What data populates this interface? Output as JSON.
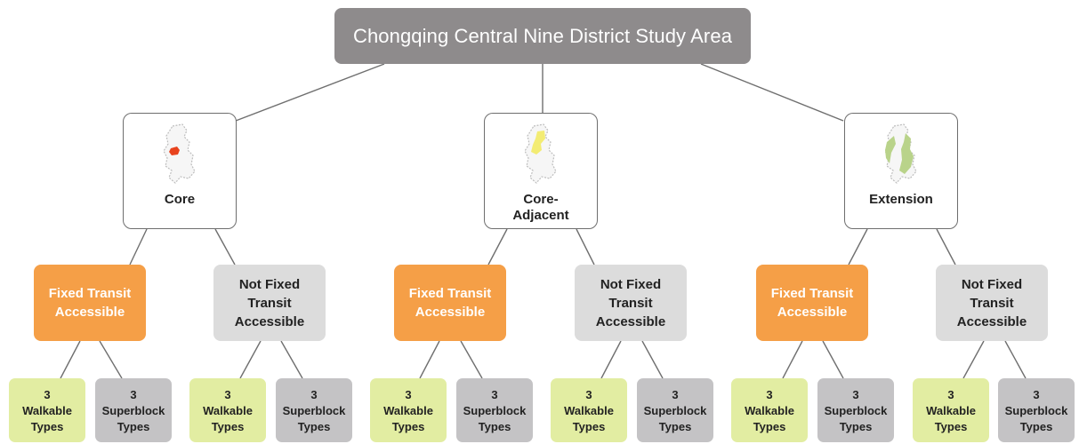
{
  "root": {
    "title": "Chongqing Central Nine District Study Area"
  },
  "colors": {
    "root_fill": "#8e8b8c",
    "fixed_transit": "#f59f47",
    "not_fixed_transit": "#dcdcdc",
    "walkable": "#e2eda2",
    "superblock": "#c4c3c5",
    "core_highlight": "#e8431e",
    "core_adjacent_highlight": "#f3ec73",
    "extension_highlight": "#b9d38a"
  },
  "zones": [
    {
      "label": "Core",
      "icon": "district-map-icon",
      "categories": [
        {
          "label": [
            "Fixed Transit",
            "Accessible"
          ],
          "leaves": [
            [
              "3",
              "Walkable",
              "Types"
            ],
            [
              "3",
              "Superblock",
              "Types"
            ]
          ]
        },
        {
          "label": [
            "Not Fixed",
            "Transit",
            "Accessible"
          ],
          "leaves": [
            [
              "3",
              "Walkable",
              "Types"
            ],
            [
              "3",
              "Superblock",
              "Types"
            ]
          ]
        }
      ]
    },
    {
      "label": "Core-Adjacent",
      "label_lines": [
        "Core-",
        "Adjacent"
      ],
      "icon": "district-map-icon",
      "categories": [
        {
          "label": [
            "Fixed Transit",
            "Accessible"
          ],
          "leaves": [
            [
              "3",
              "Walkable",
              "Types"
            ],
            [
              "3",
              "Superblock",
              "Types"
            ]
          ]
        },
        {
          "label": [
            "Not Fixed",
            "Transit",
            "Accessible"
          ],
          "leaves": [
            [
              "3",
              "Walkable",
              "Types"
            ],
            [
              "3",
              "Superblock",
              "Types"
            ]
          ]
        }
      ]
    },
    {
      "label": "Extension",
      "icon": "district-map-icon",
      "categories": [
        {
          "label": [
            "Fixed Transit",
            "Accessible"
          ],
          "leaves": [
            [
              "3",
              "Walkable",
              "Types"
            ],
            [
              "3",
              "Superblock",
              "Types"
            ]
          ]
        },
        {
          "label": [
            "Not Fixed",
            "Transit",
            "Accessible"
          ],
          "leaves": [
            [
              "3",
              "Walkable",
              "Types"
            ],
            [
              "3",
              "Superblock",
              "Types"
            ]
          ]
        }
      ]
    }
  ]
}
